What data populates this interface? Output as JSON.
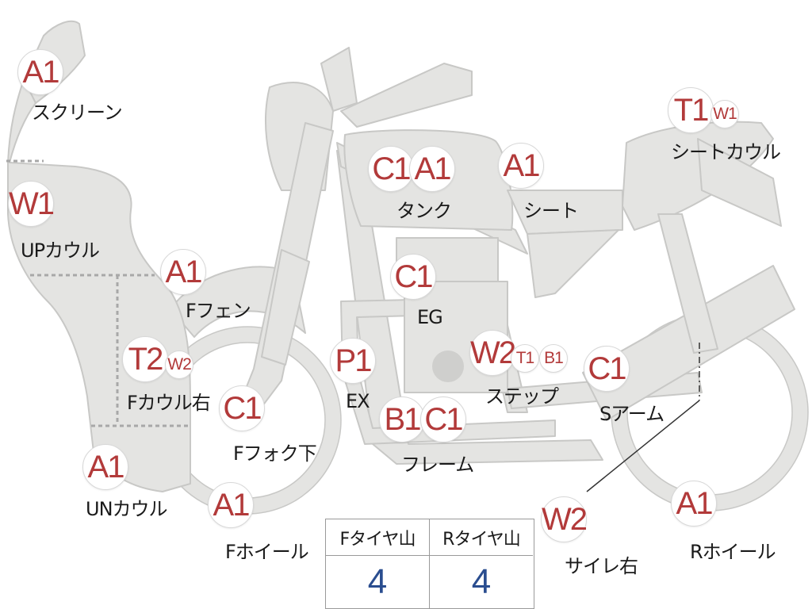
{
  "colors": {
    "body_fill": "#e4e4e2",
    "body_stroke": "#c8c8c6",
    "badge_text": "#b23a3a",
    "value_text": "#2a4d8f",
    "dotted": "#a8a8a8"
  },
  "parts": [
    {
      "id": "screen",
      "label": "スクリーン",
      "badges": [
        "A1"
      ]
    },
    {
      "id": "up-cowl",
      "label": "UPカウル",
      "badges": [
        "W1"
      ]
    },
    {
      "id": "f-fender",
      "label": "Fフェン",
      "badges": [
        "A1"
      ]
    },
    {
      "id": "f-cowl-right",
      "label": "Fカウル右",
      "badges": [
        "T2",
        "W2"
      ]
    },
    {
      "id": "f-fork-lower",
      "label": "Fフォク下",
      "badges": [
        "C1"
      ]
    },
    {
      "id": "un-cowl",
      "label": "UNカウル",
      "badges": [
        "A1"
      ]
    },
    {
      "id": "f-wheel",
      "label": "Fホイール",
      "badges": [
        "A1"
      ]
    },
    {
      "id": "tank",
      "label": "タンク",
      "badges": [
        "C1",
        "A1"
      ]
    },
    {
      "id": "seat",
      "label": "シート",
      "badges": [
        "A1"
      ]
    },
    {
      "id": "seat-cowl",
      "label": "シートカウル",
      "badges": [
        "T1",
        "W1"
      ]
    },
    {
      "id": "engine",
      "label": "EG",
      "badges": [
        "C1"
      ]
    },
    {
      "id": "exhaust",
      "label": "EX",
      "badges": [
        "P1"
      ]
    },
    {
      "id": "step",
      "label": "ステップ",
      "badges": [
        "W2",
        "T1",
        "B1"
      ]
    },
    {
      "id": "s-arm",
      "label": "Sアーム",
      "badges": [
        "C1"
      ]
    },
    {
      "id": "frame",
      "label": "フレーム",
      "badges": [
        "B1",
        "C1"
      ]
    },
    {
      "id": "silencer-right",
      "label": "サイレ右",
      "badges": [
        "W2"
      ]
    },
    {
      "id": "r-wheel",
      "label": "Rホイール",
      "badges": [
        "A1"
      ]
    }
  ],
  "tire_table": {
    "headers": [
      "Fタイヤ山",
      "Rタイヤ山"
    ],
    "values": [
      "4",
      "4"
    ]
  }
}
